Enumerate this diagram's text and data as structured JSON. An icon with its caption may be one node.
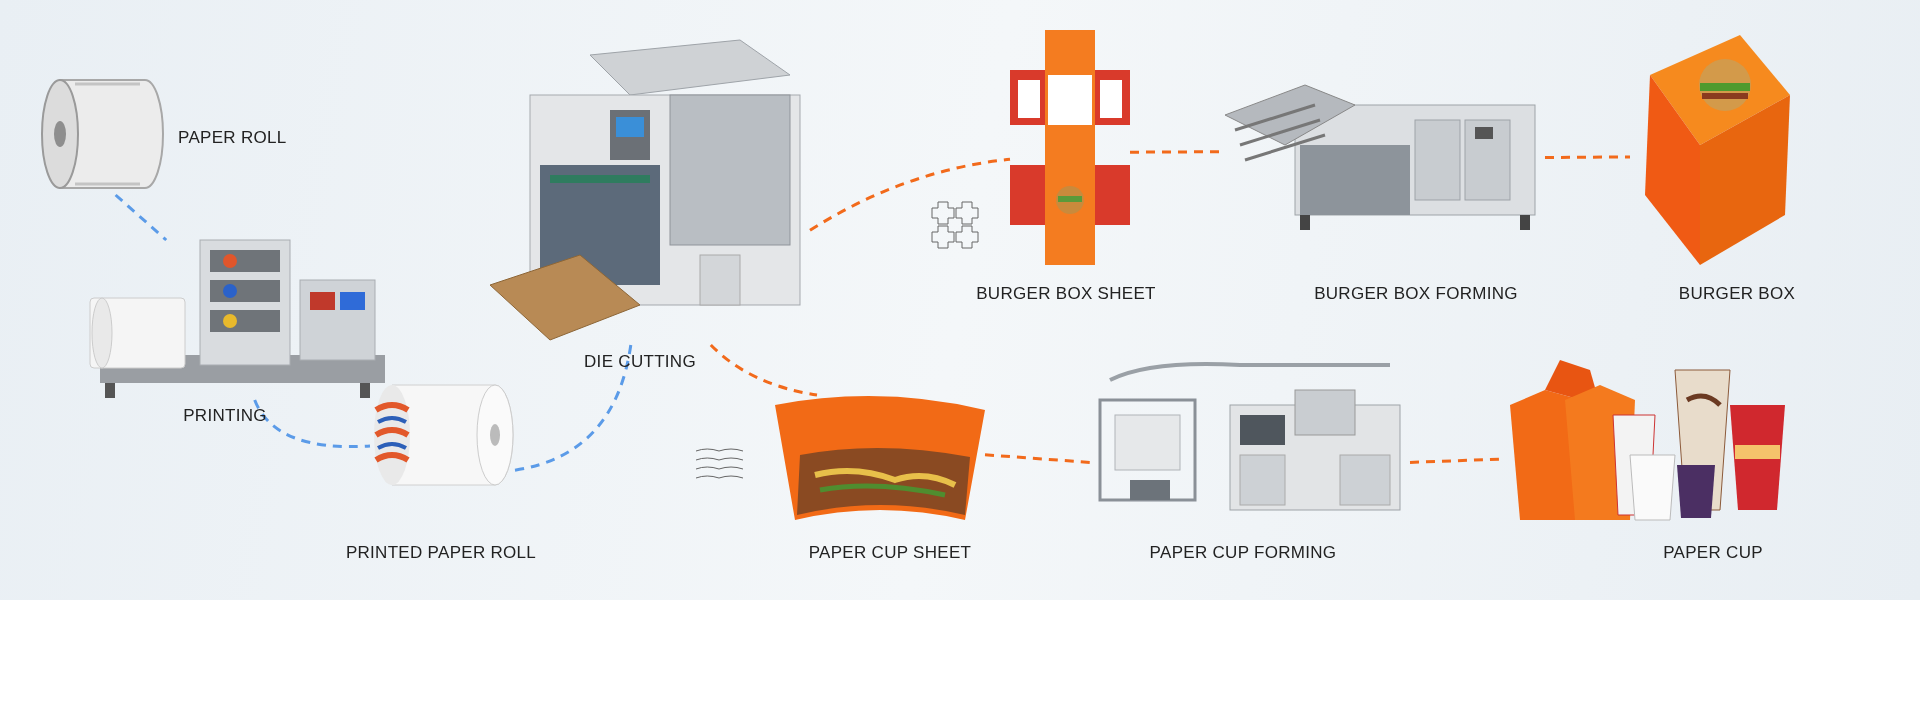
{
  "diagram": {
    "nodes": [
      {
        "text": [],
        "shape": "picture",
        "beside": [
          "PAPER ROLL"
        ]
      },
      {
        "text": [],
        "shape": "picture",
        "beside": [
          "PRINTING"
        ]
      },
      {
        "text": [],
        "shape": "picture",
        "beside": [
          "PRINTED PAPER ROLL"
        ]
      },
      {
        "text": [],
        "shape": "picture",
        "beside": [
          "DIE CUTTING"
        ]
      },
      {
        "text": [],
        "shape": "picture",
        "beside": [
          "BURGER BOX SHEET"
        ]
      },
      {
        "text": [],
        "shape": "picture",
        "beside": [
          "BURGER BOX FORMING"
        ]
      },
      {
        "text": [],
        "shape": "picture",
        "beside": [
          "BURGER BOX"
        ]
      },
      {
        "text": [],
        "shape": "picture",
        "beside": [
          "PAPER CUP SHEET"
        ]
      },
      {
        "text": [],
        "shape": "picture",
        "beside": [
          "PAPER CUP FORMING"
        ]
      },
      {
        "text": [],
        "shape": "picture",
        "beside": [
          "PAPER CUP"
        ]
      }
    ],
    "edges": [
      {
        "from": 0,
        "to": 1,
        "arrow": "none",
        "style": "dashed",
        "color": "#5b9be8"
      },
      {
        "from": 1,
        "to": 2,
        "arrow": "none",
        "style": "dashed",
        "color": "#5b9be8"
      },
      {
        "from": 2,
        "to": 3,
        "arrow": "none",
        "style": "dashed",
        "color": "#5b9be8"
      },
      {
        "from": 3,
        "to": 4,
        "arrow": "none",
        "style": "dashed"
      },
      {
        "from": 4,
        "to": 5,
        "arrow": "none",
        "style": "dashed"
      },
      {
        "from": 5,
        "to": 6,
        "arrow": "none",
        "style": "dashed"
      },
      {
        "from": 3,
        "to": 7,
        "arrow": "none",
        "style": "dashed"
      },
      {
        "from": 7,
        "to": 8,
        "arrow": "none",
        "style": "dashed"
      },
      {
        "from": 8,
        "to": 9,
        "arrow": "none",
        "style": "dashed"
      }
    ]
  }
}
